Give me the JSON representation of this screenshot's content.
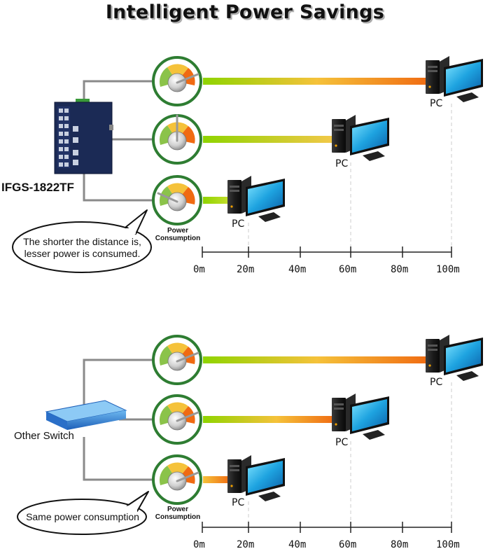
{
  "title": "Intelligent Power Savings",
  "top": {
    "device_label": "IFGS-1822TF",
    "gauge_caption_line1": "Power",
    "gauge_caption_line2": "Consumption",
    "bubble_line1": "The shorter the distance is,",
    "bubble_line2": "lesser power is consumed.",
    "pc_label": "PC"
  },
  "bottom": {
    "device_label": "Other Switch",
    "gauge_caption_line1": "Power",
    "gauge_caption_line2": "Consumption",
    "bubble_text": "Same power consumption",
    "pc_label": "PC"
  },
  "axis_ticks": [
    "0m",
    "20m",
    "40m",
    "60m",
    "80m",
    "100m"
  ],
  "colors": {
    "gauge_ring": "#2e7d32",
    "bar_start": "#8fd400",
    "bar_mid": "#f5c23a",
    "bar_end": "#f06a12",
    "cable": "#8a8a8a"
  }
}
